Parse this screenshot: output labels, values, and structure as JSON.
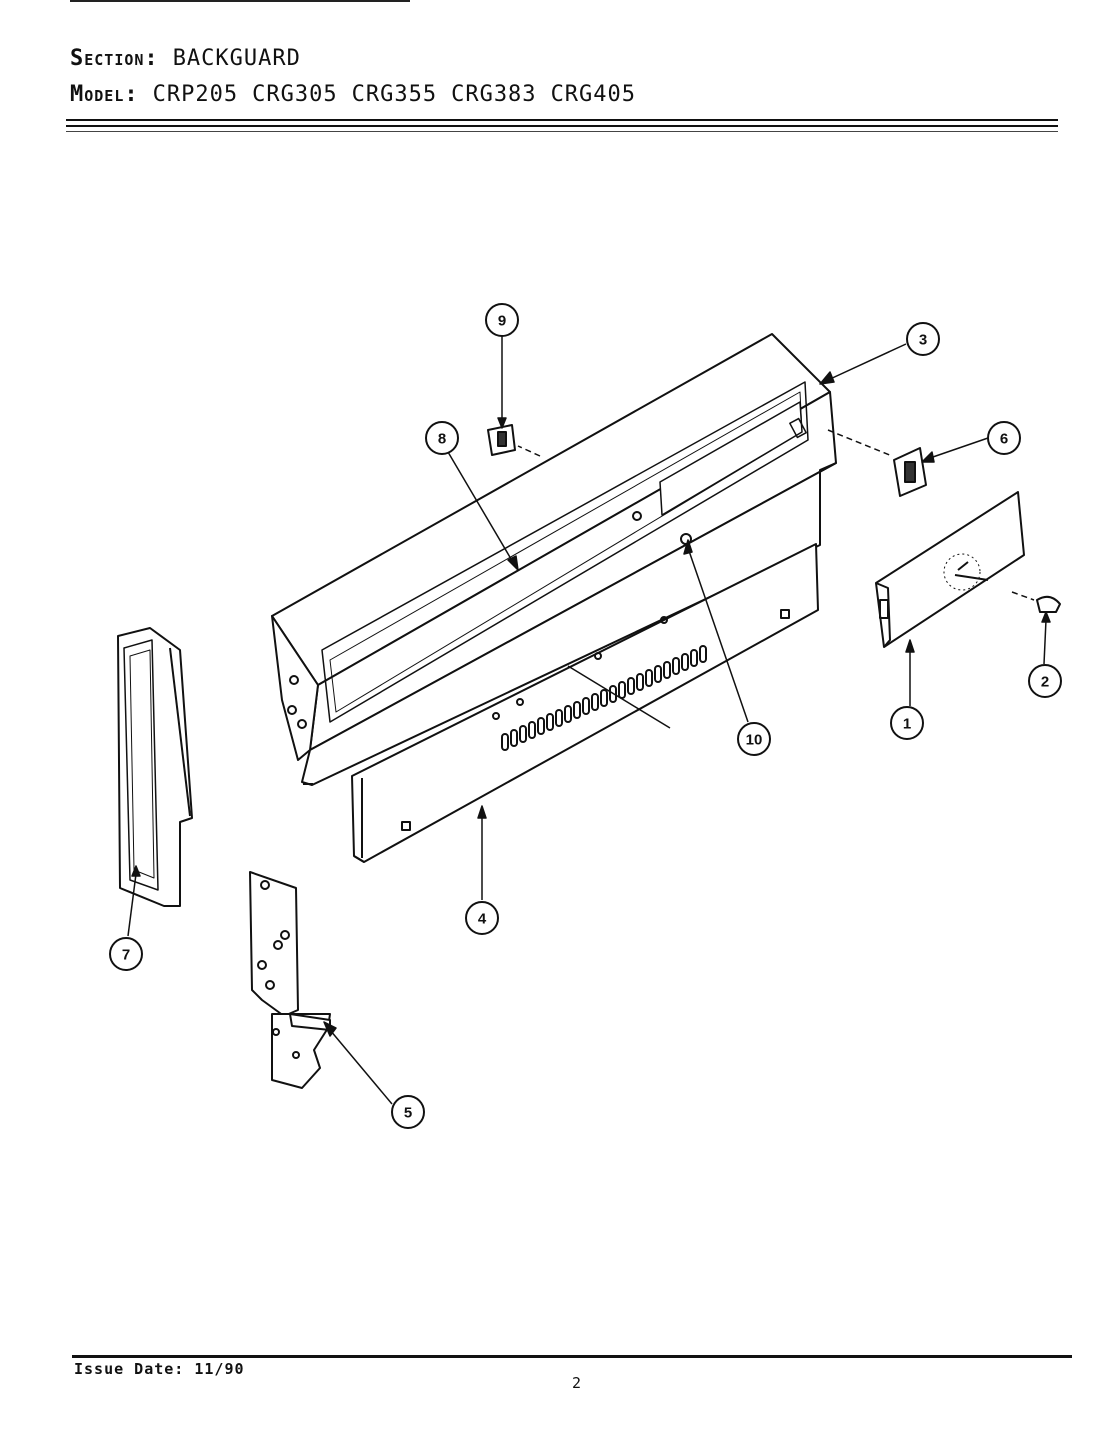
{
  "header": {
    "section_label": "Section:",
    "section_value": "BACKGUARD",
    "model_label": "Model:",
    "models": [
      "CRP205",
      "CRG305",
      "CRG355",
      "CRG383",
      "CRG405"
    ]
  },
  "callouts": [
    {
      "id": "1",
      "label": "1"
    },
    {
      "id": "2",
      "label": "2"
    },
    {
      "id": "3",
      "label": "3"
    },
    {
      "id": "4",
      "label": "4"
    },
    {
      "id": "5",
      "label": "5"
    },
    {
      "id": "6",
      "label": "6"
    },
    {
      "id": "7",
      "label": "7"
    },
    {
      "id": "8",
      "label": "8"
    },
    {
      "id": "9",
      "label": "9"
    },
    {
      "id": "10",
      "label": "10"
    }
  ],
  "footer": {
    "issue_date": "Issue Date: 11/90",
    "page_number": "2"
  }
}
